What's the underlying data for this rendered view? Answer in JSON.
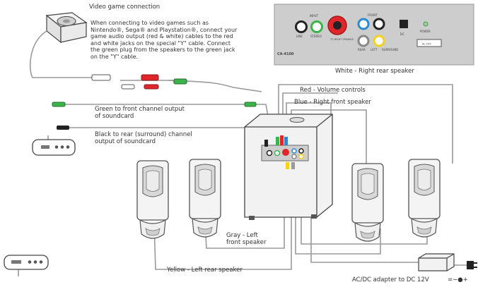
{
  "connection": {
    "title": "Video game connection",
    "lines": [
      "When connecting to video games such as",
      "Nintendo®, Sega® and Playstation®, connect your",
      "game audio output (red & white) cables to the red",
      "and white jacks on the special \"Y\" cable. Connect",
      "the green plug from the speakers to the green jack",
      "on the \"Y\" cable."
    ]
  },
  "panel": {
    "model": "CA-4100",
    "jacks": {
      "input": "INPUT",
      "line": "LINE",
      "stereo": "STEREO",
      "front": "FRONT",
      "rear": "REAR",
      "left": "LEFT",
      "surround": "SURROUND",
      "dc": "DC",
      "power": "POWER",
      "switch": "AC OFF",
      "speaker": "TO RIGHT SPEAKER"
    }
  },
  "labels": {
    "white_right_rear": "White - Right rear speaker",
    "red_volume": "Red - Volume controls",
    "blue_right_front": "Blue - Right front speaker",
    "green_front_output": [
      "Green to front channel output",
      "of soundcard"
    ],
    "black_rear_output": [
      "Black to rear (surround) channel",
      "output of soundcard"
    ],
    "gray_left_front": [
      "Gray - Left",
      "front speaker"
    ],
    "yellow_left_rear": "Yellow - Left rear speaker",
    "adapter": "AC/DC adapter to DC 12V"
  },
  "colors": {
    "wire": "#9a9a9a",
    "red": "#e0262a",
    "green": "#3bb54a",
    "blue": "#2a8bd0",
    "yellow": "#f2d21a",
    "panel": "#cdcdcd",
    "ink": "#333333"
  },
  "icons": [
    "game-console-icon",
    "soundcard-icon",
    "speaker-icon",
    "subwoofer-icon",
    "power-adapter-icon",
    "plug-icon"
  ]
}
